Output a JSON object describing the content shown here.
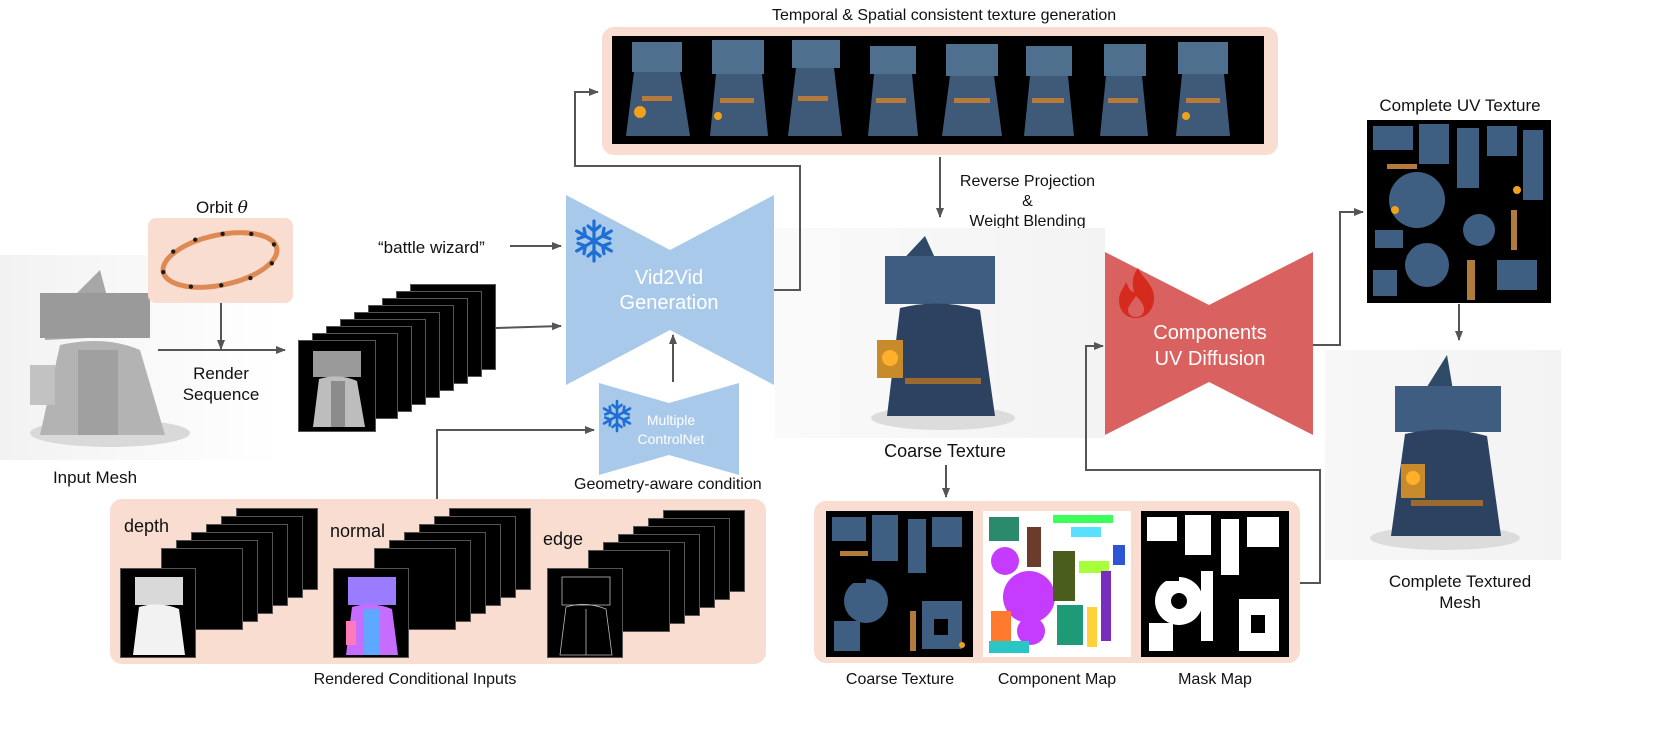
{
  "labels": {
    "input_mesh": "Input Mesh",
    "orbit": "Orbit",
    "theta": "θ",
    "render_line1": "Render",
    "render_line2": "Sequence",
    "prompt": "“battle wizard”",
    "vid2vid_line1": "Vid2Vid",
    "vid2vid_line2": "Generation",
    "controlnet_line1": "Multiple",
    "controlnet_line2": "ControlNet",
    "geometry_condition": "Geometry-aware condition",
    "temporal_title": "Temporal & Spatial consistent texture generation",
    "reverse_line1": "Reverse Projection",
    "reverse_line2": "&",
    "reverse_line3": "Weight Blending",
    "coarse_texture_mesh": "Coarse Texture",
    "uv_line1": "Components",
    "uv_line2": "UV Diffusion",
    "complete_uv": "Complete UV Texture",
    "complete_mesh_line1": "Complete Textured",
    "complete_mesh_line2": "Mesh",
    "depth": "depth",
    "normal": "normal",
    "edge": "edge",
    "rendered_inputs": "Rendered Conditional Inputs",
    "coarse_texture_map": "Coarse Texture",
    "component_map": "Component Map",
    "mask_map": "Mask Map"
  },
  "icons": {
    "frozen": "snowflake-icon",
    "trainable": "flame-icon"
  },
  "colors": {
    "panel_bg": "#f9ddd1",
    "vid2vid_blue": "#a9c9ea",
    "uv_red": "#d9615f",
    "orbit_orange": "#dd8a55",
    "snowflake_blue": "#1d6fd4",
    "flame_red": "#d62a1f",
    "arrow_gray": "#555555"
  }
}
